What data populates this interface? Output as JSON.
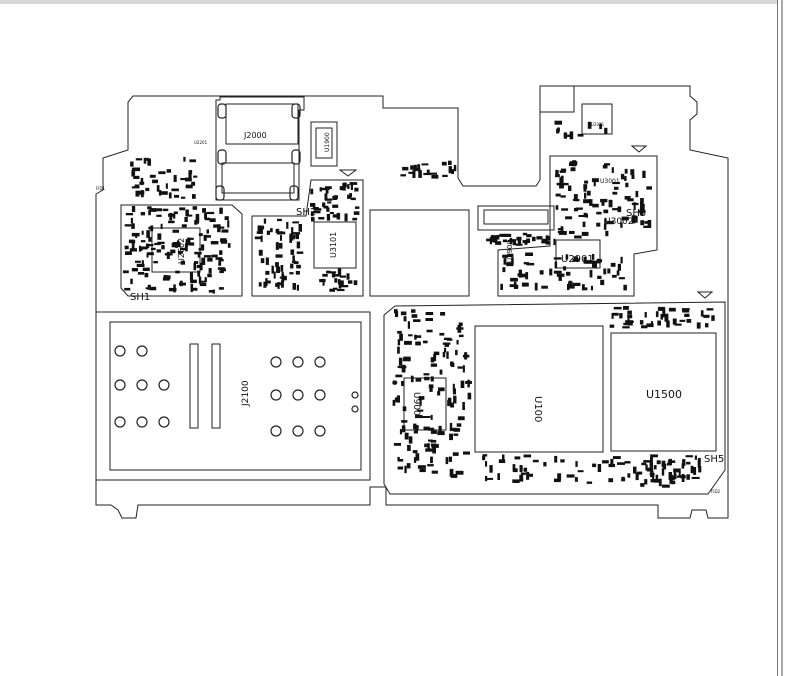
{
  "labels": {
    "j2000": "J2000",
    "j2100": "J2100",
    "u1900": "U1900",
    "u3101": "U3101",
    "u2602": "U2602",
    "u2901": "U2901",
    "u3001": "U3001",
    "u3002": "U3002",
    "u100": "U100",
    "u1500": "U1500",
    "u900": "U900",
    "u2900": "U2900",
    "sh1": "SH1",
    "sh2": "SH2",
    "sh3": "SH3",
    "sh5": "SH5",
    "fid1": "FID1",
    "fid2": "FID2",
    "u2201": "U2201",
    "u2021": "U2021",
    "l1900": "U1900"
  }
}
